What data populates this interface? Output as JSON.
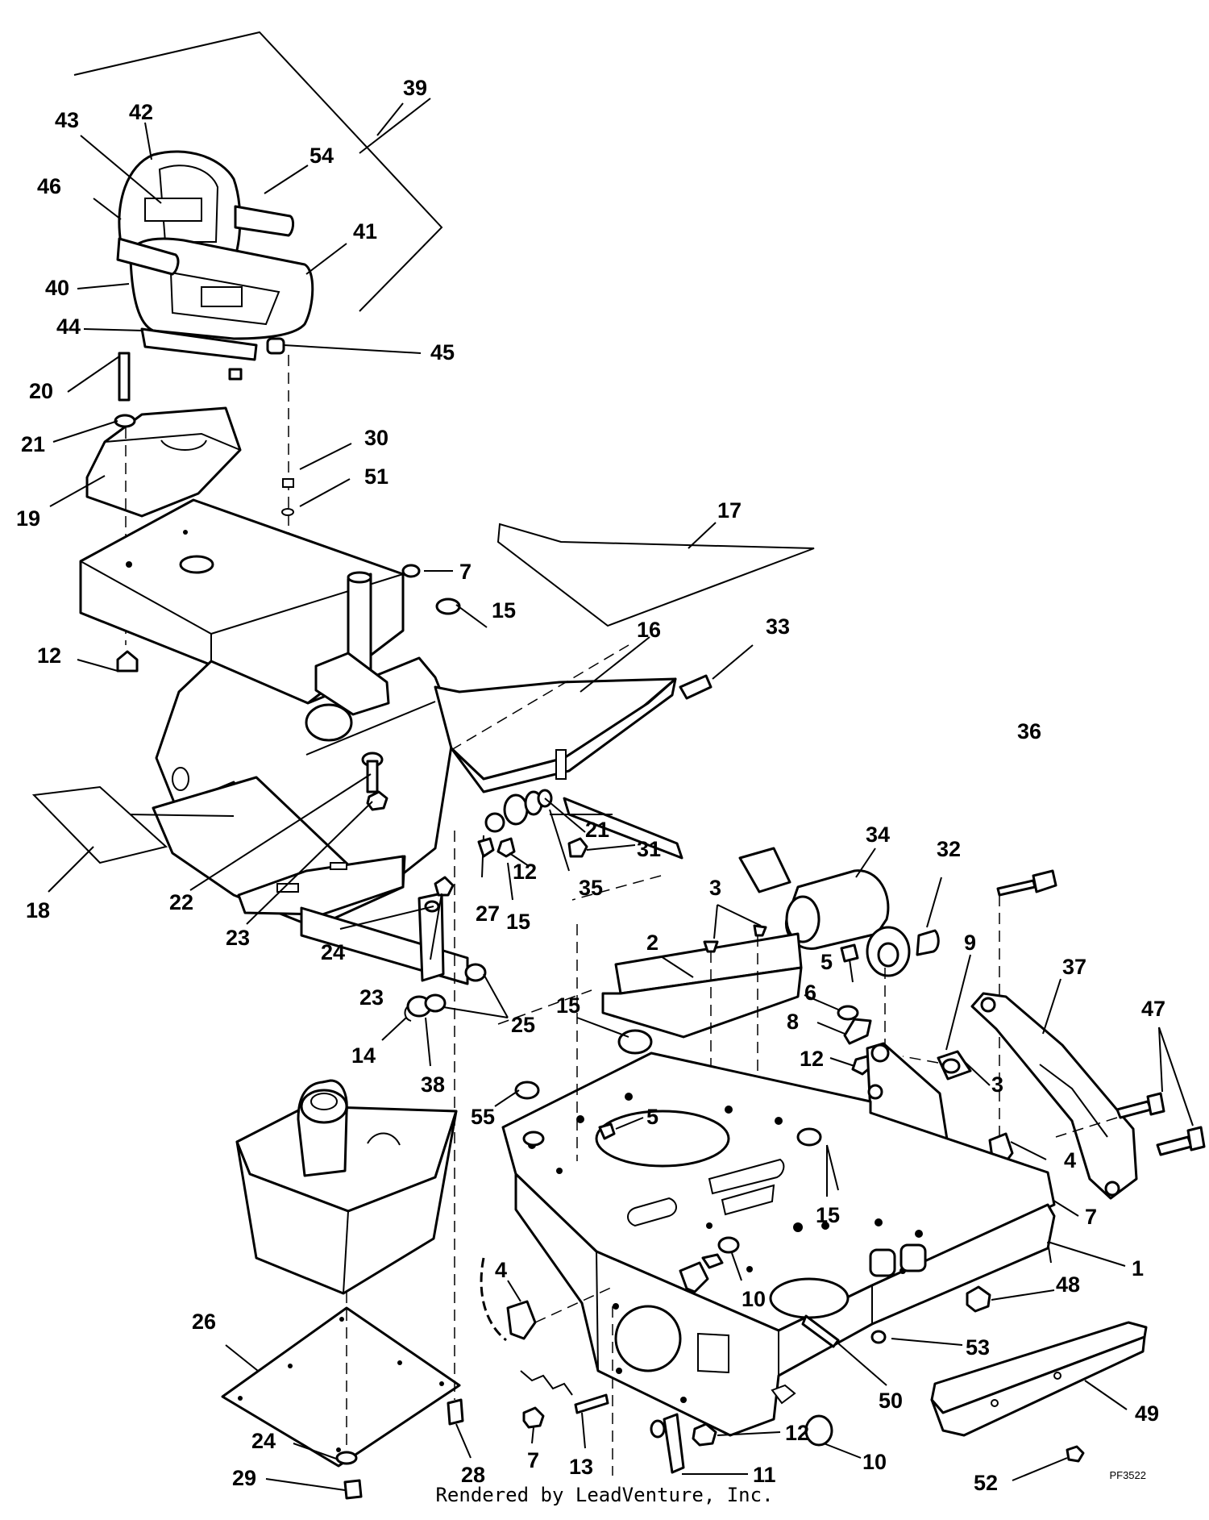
{
  "callouts": [
    {
      "id": "c39",
      "text": "39"
    },
    {
      "id": "c42",
      "text": "42"
    },
    {
      "id": "c43",
      "text": "43"
    },
    {
      "id": "c54",
      "text": "54"
    },
    {
      "id": "c46",
      "text": "46"
    },
    {
      "id": "c41",
      "text": "41"
    },
    {
      "id": "c40",
      "text": "40"
    },
    {
      "id": "c44",
      "text": "44"
    },
    {
      "id": "c45",
      "text": "45"
    },
    {
      "id": "c20",
      "text": "20"
    },
    {
      "id": "c21a",
      "text": "21"
    },
    {
      "id": "c30",
      "text": "30"
    },
    {
      "id": "c51",
      "text": "51"
    },
    {
      "id": "c19",
      "text": "19"
    },
    {
      "id": "c17",
      "text": "17"
    },
    {
      "id": "c7a",
      "text": "7"
    },
    {
      "id": "c15a",
      "text": "15"
    },
    {
      "id": "c16",
      "text": "16"
    },
    {
      "id": "c33",
      "text": "33"
    },
    {
      "id": "c12a",
      "text": "12"
    },
    {
      "id": "c36",
      "text": "36"
    },
    {
      "id": "c21b",
      "text": "21"
    },
    {
      "id": "c34",
      "text": "34"
    },
    {
      "id": "c32",
      "text": "32"
    },
    {
      "id": "c31",
      "text": "31"
    },
    {
      "id": "c12b",
      "text": "12"
    },
    {
      "id": "c35",
      "text": "35"
    },
    {
      "id": "c18",
      "text": "18"
    },
    {
      "id": "c22",
      "text": "22"
    },
    {
      "id": "c27",
      "text": "27"
    },
    {
      "id": "c15b",
      "text": "15"
    },
    {
      "id": "c3a",
      "text": "3"
    },
    {
      "id": "c23a",
      "text": "23"
    },
    {
      "id": "c24a",
      "text": "24"
    },
    {
      "id": "c2",
      "text": "2"
    },
    {
      "id": "c9",
      "text": "9"
    },
    {
      "id": "c37",
      "text": "37"
    },
    {
      "id": "c5a",
      "text": "5"
    },
    {
      "id": "c23b",
      "text": "23"
    },
    {
      "id": "c25",
      "text": "25"
    },
    {
      "id": "c15c",
      "text": "15"
    },
    {
      "id": "c6",
      "text": "6"
    },
    {
      "id": "c47",
      "text": "47"
    },
    {
      "id": "c8",
      "text": "8"
    },
    {
      "id": "c14",
      "text": "14"
    },
    {
      "id": "c12c",
      "text": "12"
    },
    {
      "id": "c3b",
      "text": "3"
    },
    {
      "id": "c38",
      "text": "38"
    },
    {
      "id": "c55",
      "text": "55"
    },
    {
      "id": "c5b",
      "text": "5"
    },
    {
      "id": "c4a",
      "text": "4"
    },
    {
      "id": "c7b",
      "text": "7"
    },
    {
      "id": "c15d",
      "text": "15"
    },
    {
      "id": "c1",
      "text": "1"
    },
    {
      "id": "c26",
      "text": "26"
    },
    {
      "id": "c10a",
      "text": "10"
    },
    {
      "id": "c48",
      "text": "48"
    },
    {
      "id": "c4b",
      "text": "4"
    },
    {
      "id": "c53",
      "text": "53"
    },
    {
      "id": "c50",
      "text": "50"
    },
    {
      "id": "c49",
      "text": "49"
    },
    {
      "id": "c13",
      "text": "13"
    },
    {
      "id": "c12d",
      "text": "12"
    },
    {
      "id": "c10b",
      "text": "10"
    },
    {
      "id": "c24b",
      "text": "24"
    },
    {
      "id": "c7c",
      "text": "7"
    },
    {
      "id": "c28",
      "text": "28"
    },
    {
      "id": "c11",
      "text": "11"
    },
    {
      "id": "c29",
      "text": "29"
    },
    {
      "id": "c52",
      "text": "52"
    }
  ],
  "footer": {
    "credit": "Rendered by LeadVenture, Inc.",
    "diagram_code": "PF3522"
  }
}
